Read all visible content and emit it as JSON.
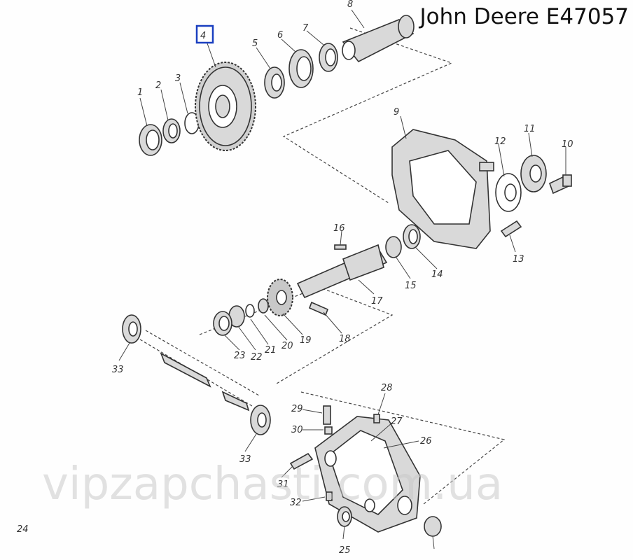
{
  "title": "John Deere E47057",
  "watermark": "vipzapchasti.com.ua",
  "highlight_color": "#1a3fc0",
  "part_numbers": [
    "1",
    "2",
    "3",
    "4",
    "5",
    "6",
    "7",
    "8",
    "9",
    "10",
    "11",
    "12",
    "13",
    "14",
    "15",
    "16",
    "17",
    "18",
    "19",
    "20",
    "21",
    "22",
    "23",
    "24",
    "25",
    "26",
    "27",
    "28",
    "29",
    "30",
    "31",
    "32",
    "33",
    "33"
  ]
}
